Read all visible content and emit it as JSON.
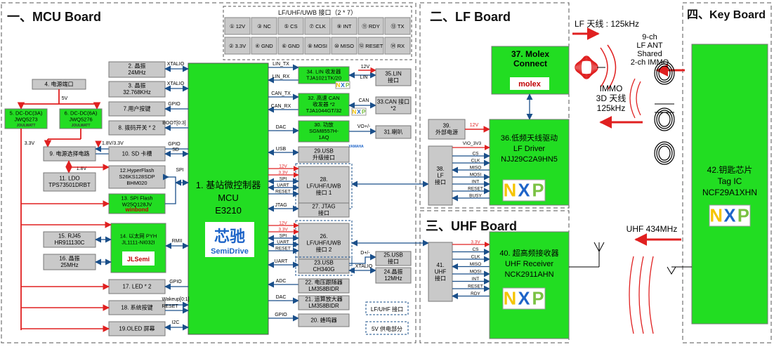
{
  "colors": {
    "mcu_green": "#22dd22",
    "gray_box": "#c9c9c9",
    "red": "#e02020",
    "blue": "#1a4f8a",
    "nxp_yellow": "#f5c400",
    "nxp_blue": "#1e64c8",
    "nxp_green": "#7ac143"
  },
  "sections": {
    "mcu": "一、MCU Board",
    "lf": "二、LF Board",
    "uhf": "三、UHF Board",
    "key": "四、Key Board"
  },
  "connector": {
    "title": "LF/UHF/UWB 接口（2 * 7）",
    "pins": [
      "① 12V",
      "③ NC",
      "⑤ CS",
      "⑦ CLK",
      "⑨ INT",
      "⑪ RDY",
      "⑬ TX",
      "② 3.3V",
      "④ GND",
      "⑥ GND",
      "⑧ MOSI",
      "⑩ MISO",
      "⑫ RESET",
      "⑭ RX"
    ]
  },
  "mcu": {
    "l1": "1. 基站微控制器",
    "l2": "MCU",
    "l3": "E3210",
    "logo_cn": "芯驰",
    "logo_en": "SemiDrive"
  },
  "left_blocks": {
    "b2": [
      "2. 晶振",
      "24MHz"
    ],
    "b3": [
      "3. 晶振",
      "32.768KHz"
    ],
    "b4": [
      "4. 电源端口"
    ],
    "b5": [
      "5. DC-DC(3A)",
      "JWQ5273"
    ],
    "b6": [
      "6. DC-DC(6A)",
      "JWQ5276"
    ],
    "b7": [
      "7.用户按键"
    ],
    "b8": [
      "8. 拨码开关 * 2"
    ],
    "b9": [
      "9. 电源选择电路"
    ],
    "b10": [
      "10. SD 卡槽"
    ],
    "b11": [
      "11. LDO",
      "TPS73501DRBT"
    ],
    "b12": [
      "12.HyperFlash",
      "S26KS128SDP",
      "BHM020"
    ],
    "b13": [
      "13. SPI Flash",
      "W25Q128JV"
    ],
    "b14": [
      "14. 以太网 PYH",
      "JL1111-NI032I"
    ],
    "b15": [
      "15. RJ45",
      "HR911130C"
    ],
    "b16": [
      "16. 晶振",
      "25MHz"
    ],
    "b17": [
      "17. LED * 2"
    ],
    "b18": [
      "18. 系统按键"
    ],
    "b19": [
      "19.OLED 屏幕"
    ]
  },
  "left_signals": {
    "xtalio1": "XTALIO",
    "xtalio2": "XTALIO",
    "gpio7": "GPIO",
    "boot": "BOOT[0:3]",
    "gpio9": "GPIO",
    "sd": "SD",
    "spi": "SPI",
    "rmii": "RMII",
    "gpio17": "GPIO",
    "wakeup": "Wakeup[0:1]",
    "reset": "RESET",
    "i2c": "I2C",
    "v5": "5V",
    "v33": "3.3V",
    "v18a": "1.8V/3.3V",
    "v18b": "1.8V"
  },
  "logos": {
    "jw": "JOULWATT",
    "winbond": "winbond",
    "jlsemi": "JLSemi",
    "molex": "molex",
    "nxp": "NXP",
    "yamaha": "YAMAHA"
  },
  "right_blocks": {
    "b34": [
      "34. LIN 收发器",
      "TJA1021TK/20"
    ],
    "b35": [
      "35.LIN",
      "接口"
    ],
    "b32": [
      "32. 高速 CAN",
      "收发器 *2",
      "TJA1044GT/32"
    ],
    "b33": [
      "33.CAN 接口",
      "*2"
    ],
    "b30": [
      "30. 功放",
      "SGM8557H-",
      "1AQ"
    ],
    "b31": [
      "31.喇叭"
    ],
    "b29": [
      "29.USB",
      "升级接口"
    ],
    "b28": [
      "28.",
      "LF/UHF/UWB",
      "接口 1"
    ],
    "b27": [
      "27. JTAG",
      "接口"
    ],
    "b26": [
      "26.",
      "LF/UHF/UWB",
      "接口 2"
    ],
    "b23": [
      "23.USB",
      "CH340G"
    ],
    "b25": [
      "25.USB",
      "接口"
    ],
    "b24": [
      "24.晶振",
      "12MHz"
    ],
    "b22": [
      "22. 电压跟随器",
      "LM358BIDR"
    ],
    "b21": [
      "21. 运算放大器",
      "LM358BIDR"
    ],
    "b20": [
      "20. 蜂鸣器"
    ]
  },
  "right_signals": {
    "lintx": "LIN_TX",
    "linrx": "LIN_RX",
    "cantx": "CAN_TX",
    "canrx": "CAN_RX",
    "dac1": "DAC",
    "usb": "USB",
    "jtag": "JTAG",
    "uart": "UART",
    "adc": "ADC",
    "dac2": "DAC",
    "gpio": "GPIO",
    "v12": "12V",
    "lin": "LIN",
    "can": "CAN",
    "vo": "VO+/-",
    "dpm": "D+/-",
    "xtalio": "XTALIO"
  },
  "iface_pins": [
    "12V",
    "3.3V",
    "SPI",
    "UART",
    "RESET"
  ],
  "legend": {
    "lf": "LF/UHF 接口",
    "pwr": "5V 供电部分"
  },
  "lf_board": {
    "b37": [
      "37. Molex",
      "Connect"
    ],
    "b39": [
      "39.",
      "外部电源"
    ],
    "b36": [
      "36.低频天线驱动",
      "LF Driver",
      "NJJ29C2A9HN5"
    ],
    "b38": [
      "38.",
      "LF",
      "接口"
    ],
    "v12": "12V",
    "vio": "VIO_3V3",
    "pins": [
      "CS",
      "CLK",
      "MISO",
      "MOSI",
      "INT",
      "RESET",
      "BUSY"
    ]
  },
  "uhf_board": {
    "b40": [
      "40. 超高频接收器",
      "UHF Receiver",
      "NCK2911AHN"
    ],
    "b41": [
      "41.",
      "UHF",
      "接口"
    ],
    "pins": [
      "3.3V",
      "CS",
      "CLK",
      "MISO",
      "MOSI",
      "INT",
      "RESET",
      "RDY"
    ]
  },
  "key_board": {
    "b42": [
      "42.钥匙芯片",
      "Tag IC",
      "NCF29A1XHN"
    ]
  },
  "annotations": {
    "lf_ant": "LF 天线 : 125kHz",
    "ch9": [
      "9-ch",
      "LF ANT",
      "Shared",
      "2-ch IMMO"
    ],
    "immo": [
      "IMMO",
      "3D 天线",
      "125kHz"
    ],
    "uhf": "UHF 434MHz"
  }
}
